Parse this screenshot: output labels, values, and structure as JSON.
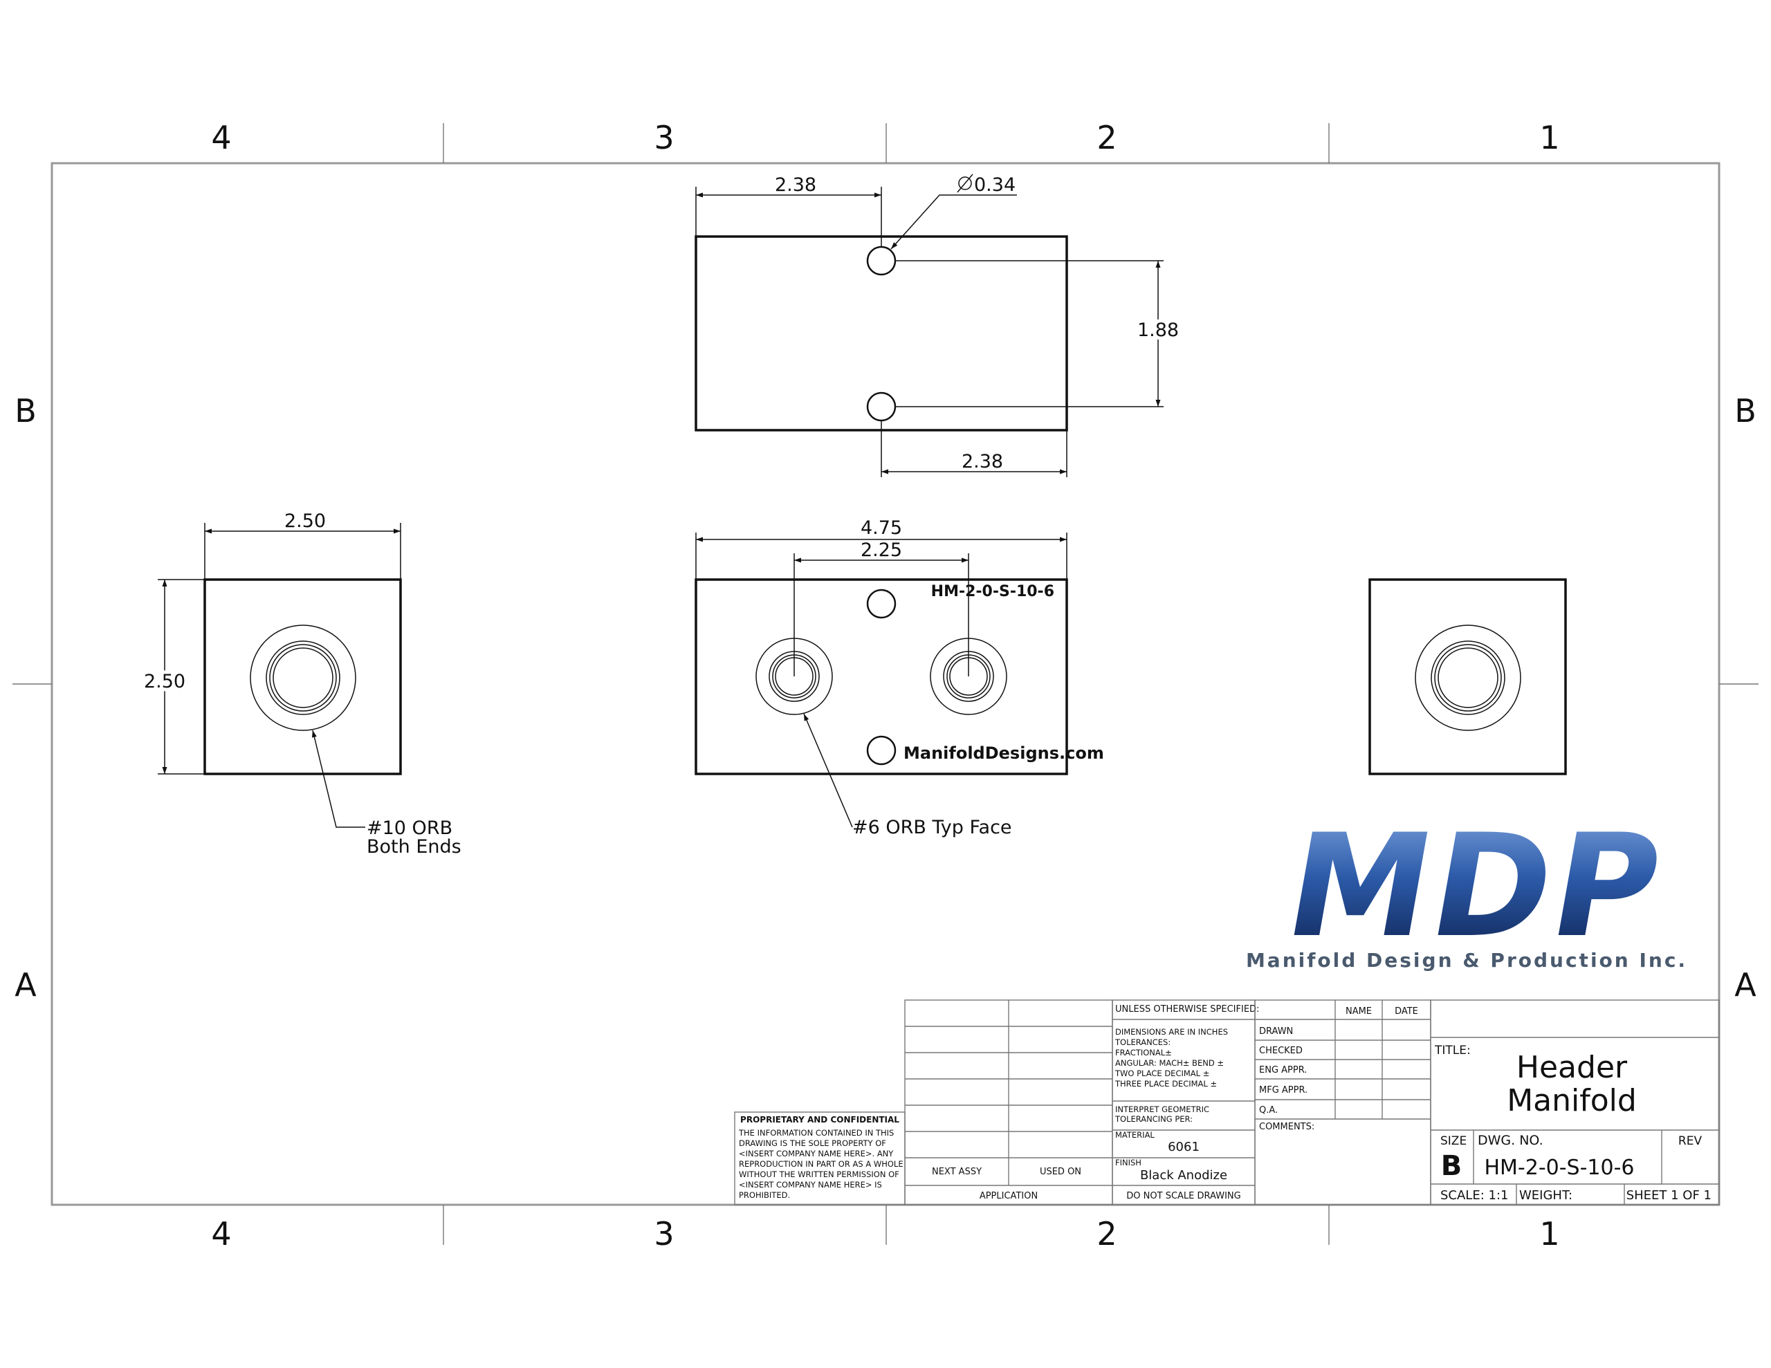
{
  "zones": {
    "columns": [
      "4",
      "3",
      "2",
      "1"
    ],
    "rows": [
      "B",
      "A"
    ]
  },
  "top_view": {
    "dim_left": "2.38",
    "dim_hole_dia": "0.34",
    "dim_vertical": "1.88",
    "dim_bottom": "2.38"
  },
  "front_view": {
    "dim_overall": "4.75",
    "dim_ports": "2.25",
    "engraving_part": "HM-2-0-S-10-6",
    "engraving_site": "ManifoldDesigns.com",
    "note": "#6 ORB Typ Face"
  },
  "side_view": {
    "dim_width": "2.50",
    "dim_height": "2.50",
    "note_line1": "#10 ORB",
    "note_line2": "Both Ends"
  },
  "logo": {
    "letters": "MDP",
    "company": "Manifold Design & Production Inc.",
    "colors": {
      "dark": "#0b1d4a",
      "mid": "#2c5aa8",
      "light": "#7fa6e0"
    }
  },
  "title_block": {
    "proprietary_title": "PROPRIETARY AND CONFIDENTIAL",
    "proprietary_lines": [
      "THE INFORMATION CONTAINED IN THIS",
      "DRAWING IS THE SOLE PROPERTY OF",
      "<INSERT COMPANY NAME HERE>.  ANY",
      "REPRODUCTION IN PART OR AS A WHOLE",
      "WITHOUT THE WRITTEN PERMISSION OF",
      "<INSERT COMPANY NAME HERE> IS",
      "PROHIBITED."
    ],
    "next_assy": "NEXT ASSY",
    "used_on": "USED ON",
    "application": "APPLICATION",
    "unless": "UNLESS OTHERWISE SPECIFIED:",
    "tolerance_lines": [
      "DIMENSIONS ARE IN INCHES",
      "TOLERANCES:",
      "FRACTIONAL±",
      "ANGULAR: MACH±    BEND ±",
      "TWO PLACE DECIMAL    ±",
      "THREE PLACE DECIMAL  ±"
    ],
    "interpret_lines": [
      "INTERPRET GEOMETRIC",
      "TOLERANCING PER:"
    ],
    "material_label": "MATERIAL",
    "material_value": "6061",
    "finish_label": "FINISH",
    "finish_value": "Black Anodize",
    "do_not_scale": "DO NOT SCALE DRAWING",
    "name_header": "NAME",
    "date_header": "DATE",
    "roles": [
      "DRAWN",
      "CHECKED",
      "ENG APPR.",
      "MFG APPR.",
      "Q.A."
    ],
    "comments": "COMMENTS:",
    "title_label": "TITLE:",
    "title_line1": "Header",
    "title_line2": "Manifold",
    "size_label": "SIZE",
    "size_value": "B",
    "dwg_label": "DWG.  NO.",
    "dwg_value": "HM-2-0-S-10-6",
    "rev_label": "REV",
    "scale": "SCALE: 1:1",
    "weight": "WEIGHT:",
    "sheet": "SHEET 1 OF 1"
  }
}
